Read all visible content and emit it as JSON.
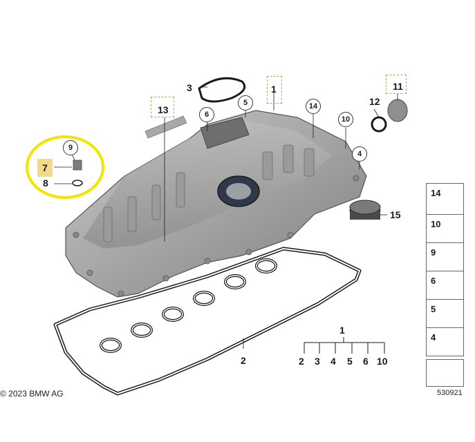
{
  "callouts": {
    "c1": "1",
    "c2": "2",
    "c3": "3",
    "c4": "4",
    "c5": "5",
    "c6": "6",
    "c7": "7",
    "c8": "8",
    "c9": "9",
    "c10": "10",
    "c11": "11",
    "c12": "12",
    "c13": "13",
    "c14": "14",
    "c15": "15"
  },
  "tree": {
    "root": "1",
    "children": [
      "2",
      "3",
      "4",
      "5",
      "6",
      "10"
    ]
  },
  "side_panel": [
    "14",
    "10",
    "9",
    "6",
    "5",
    "4"
  ],
  "footer": {
    "copyright": "© 2023 BMW AG",
    "diagram_number": "530921"
  },
  "colors": {
    "highlight_ring": "#f2e600",
    "callout_highlight": "#f3d98a",
    "part_gray": "#9c9c9c",
    "line": "#1a1a1a"
  }
}
